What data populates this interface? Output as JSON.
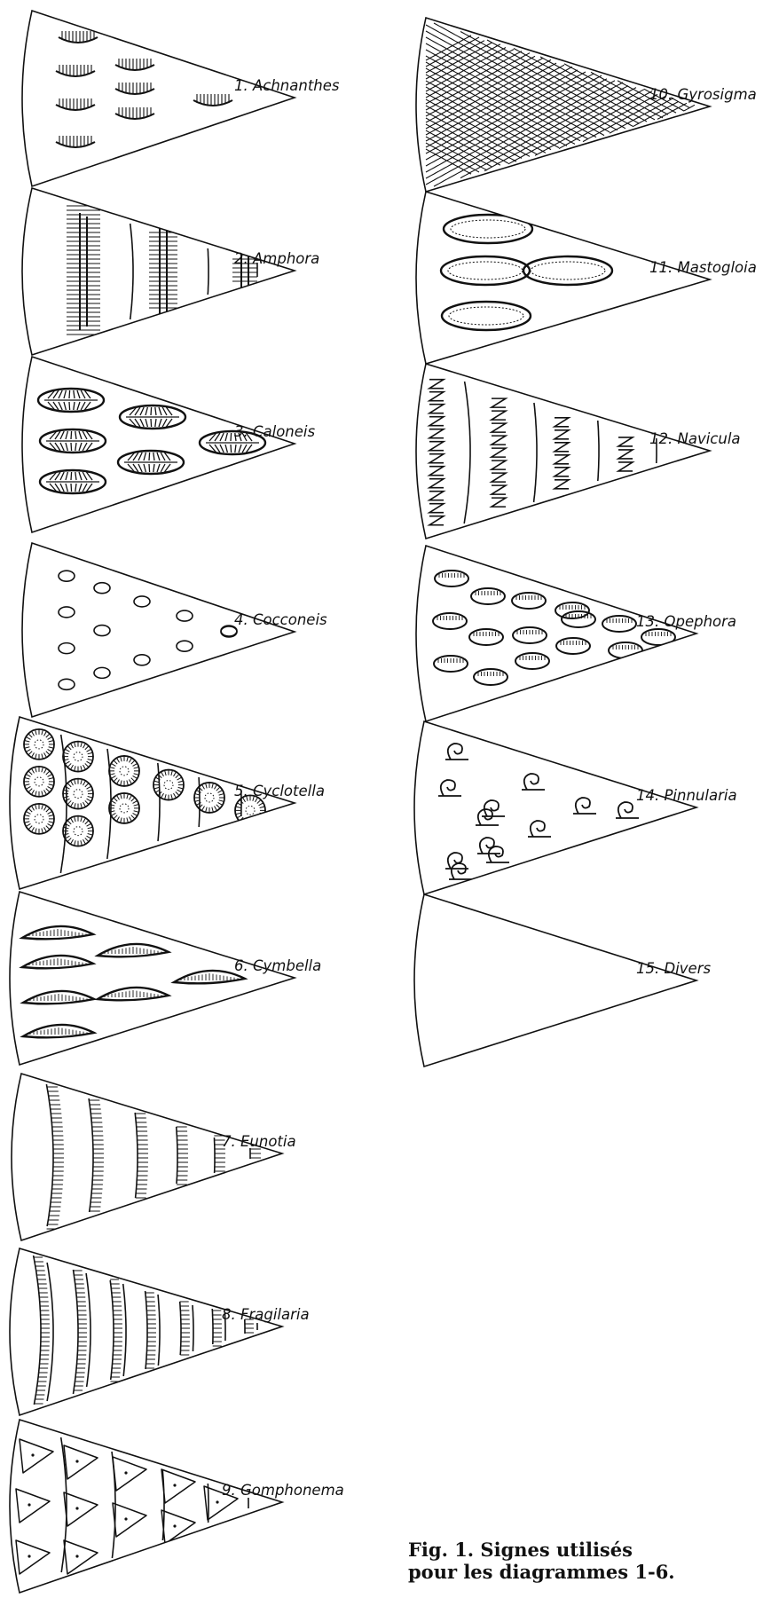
{
  "figure": {
    "signs": [
      {
        "id": "achnanthes",
        "label": "1. Achnanthes",
        "pattern": "achnanthes"
      },
      {
        "id": "amphora",
        "label": "2. Amphora",
        "pattern": "amphora"
      },
      {
        "id": "caloneis",
        "label": "3. Caloneis",
        "pattern": "caloneis"
      },
      {
        "id": "cocconeis",
        "label": "4. Cocconeis",
        "pattern": "cocconeis"
      },
      {
        "id": "cyclotella",
        "label": "5. Cyclotella",
        "pattern": "cyclotella"
      },
      {
        "id": "cymbella",
        "label": "6. Cymbella",
        "pattern": "cymbella"
      },
      {
        "id": "eunotia",
        "label": "7. Eunotia",
        "pattern": "eunotia"
      },
      {
        "id": "fragilaria",
        "label": "8. Fragilaria",
        "pattern": "fragilaria"
      },
      {
        "id": "gomphonema",
        "label": "9. Gomphonema",
        "pattern": "gomphonema"
      },
      {
        "id": "gyrosigma",
        "label": "10. Gyrosigma",
        "pattern": "gyrosigma"
      },
      {
        "id": "mastogloia",
        "label": "11. Mastogloia",
        "pattern": "mastogloia"
      },
      {
        "id": "navicula",
        "label": "12. Navicula",
        "pattern": "navicula"
      },
      {
        "id": "opephora",
        "label": "13. Opephora",
        "pattern": "opephora"
      },
      {
        "id": "pinnularia",
        "label": "14. Pinnularia",
        "pattern": "pinnularia"
      },
      {
        "id": "divers",
        "label": "15. Divers",
        "pattern": "empty"
      }
    ],
    "caption": {
      "line1": "Fig. 1. Signes utilisés",
      "line2": "pour les diagrammes 1-6."
    }
  },
  "colors": {
    "ink": "#111111",
    "paper": "#ffffff"
  }
}
